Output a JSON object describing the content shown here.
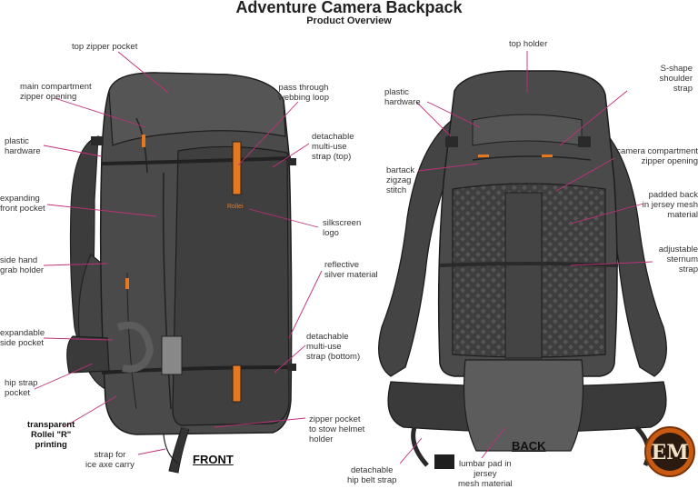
{
  "title": "Adventure Camera Backpack",
  "subtitle": "Product Overview",
  "front": {
    "view_label": "FRONT",
    "brand_text": "Rollei",
    "callouts": {
      "top_zipper_pocket": "top zipper pocket",
      "main_compartment": "main compartment\nzipper opening",
      "plastic_hardware": "plastic\nhardware",
      "expanding_front_pocket": "expanding\nfront pocket",
      "side_hand_grab": "side hand\ngrab holder",
      "expandable_side_pocket": "expandable\nside pocket",
      "hip_strap_pocket": "hip strap\npocket",
      "transparent_rollei": "transparent\nRollei \"R\"\nprinting",
      "strap_ice_axe": "strap for\nice axe carry",
      "pass_through": "pass through\nwebbing loop",
      "detachable_top": "detachable\nmulti-use\nstrap (top)",
      "silkscreen_logo": "silkscreen\nlogo",
      "reflective": "reflective\nsilver material",
      "detachable_bottom": "detachable\nmulti-use\nstrap (bottom)",
      "zipper_pocket_helmet": "zipper pocket\nto stow helmet\nholder"
    }
  },
  "back": {
    "view_label": "BACK",
    "callouts": {
      "top_holder": "top holder",
      "plastic_hardware": "plastic\nhardware",
      "s_shape": "S-shape\nshoulder\nstrap",
      "camera_compartment": "camera compartment\nzipper opening",
      "bartack": "bartack\nzigzag\nstitch",
      "padded_back": "padded back\nin jersey mesh\nmaterial",
      "sternum_strap": "adjustable\nsternum\nstrap",
      "hip_belt": "detachable\nhip belt strap",
      "lumbar_pad": "lumbar pad in\njersey\nmesh material"
    }
  },
  "logo_text": "EM",
  "colors": {
    "body": "#4a4a4a",
    "body_dark": "#3a3a3a",
    "accent_orange": "#e8781e",
    "leader": "#c0307a"
  }
}
